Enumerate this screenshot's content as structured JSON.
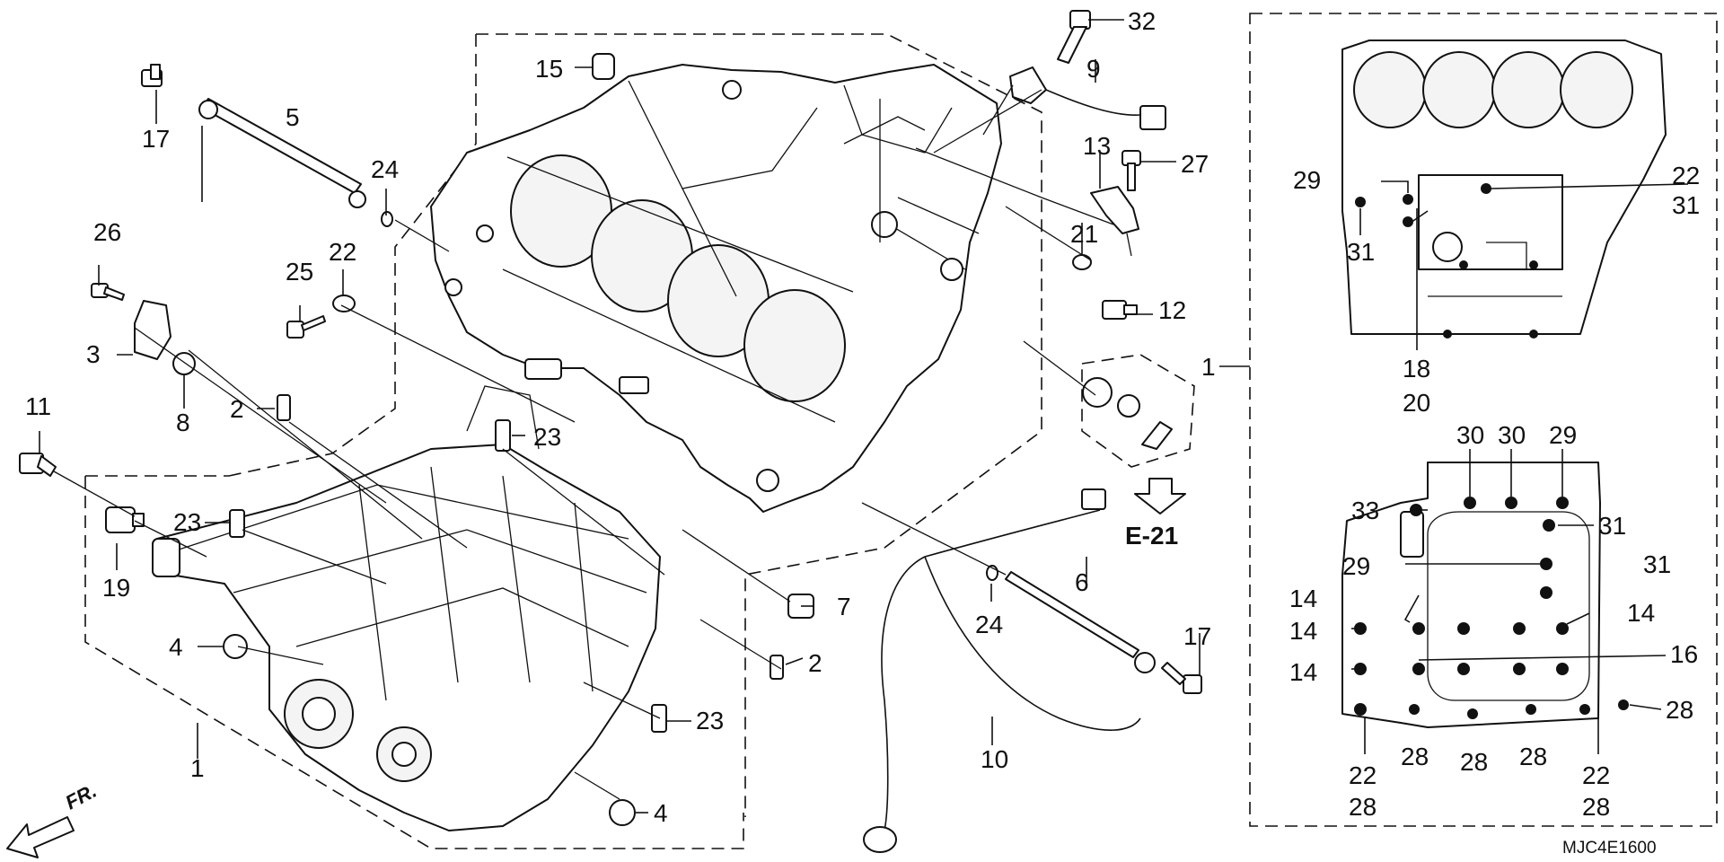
{
  "diagram_code": "MJC4E1600",
  "front_indicator": "FR.",
  "reference": "E-21",
  "callouts": {
    "p1_main": "1",
    "p1_lower": "1",
    "p2_top": "2",
    "p2_bottom": "2",
    "p3": "3",
    "p4_a": "4",
    "p4_b": "4",
    "p5": "5",
    "p6": "6",
    "p7": "7",
    "p8": "8",
    "p9": "9",
    "p10": "10",
    "p11": "11",
    "p12": "12",
    "p13": "13",
    "p15": "15",
    "p17_a": "17",
    "p17_b": "17",
    "p19": "19",
    "p21": "21",
    "p22_a": "22",
    "p23_a": "23",
    "p23_b": "23",
    "p23_c": "23",
    "p24_a": "24",
    "p24_b": "24",
    "p25": "25",
    "p26": "26",
    "p27": "27",
    "p32": "32"
  },
  "inset_upper": {
    "c29": "29",
    "c31_a": "31",
    "c22": "22",
    "c31_b": "31",
    "c18": "18",
    "c20": "20"
  },
  "inset_lower": {
    "c30_a": "30",
    "c30_b": "30",
    "c29_a": "29",
    "c33": "33",
    "c31_a": "31",
    "c29_b": "29",
    "c31_b": "31",
    "c14_a": "14",
    "c14_b": "14",
    "c14_c": "14",
    "c14_d": "14",
    "c16": "16",
    "c28_a": "28",
    "c22_a": "22",
    "c28_b": "28",
    "c28_c": "28",
    "c28_d": "28",
    "c28_e": "28",
    "c22_b": "22",
    "c28_f": "28"
  }
}
